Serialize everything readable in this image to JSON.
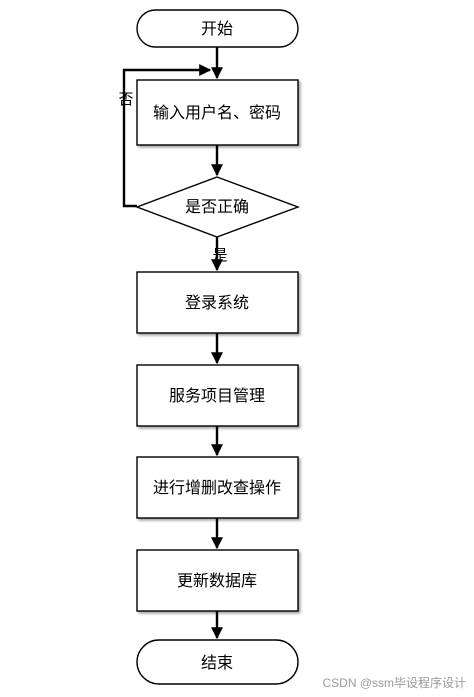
{
  "diagram": {
    "nodes": {
      "start": "开始",
      "input": "输入用户名、密码",
      "check": "是否正确",
      "login": "登录系统",
      "manage": "服务项目管理",
      "crud": "进行增删改查操作",
      "update": "更新数据库",
      "end": "结束"
    },
    "edge_labels": {
      "no": "否",
      "yes": "是"
    },
    "edges": [
      {
        "from": "start",
        "to": "input"
      },
      {
        "from": "input",
        "to": "check"
      },
      {
        "from": "check",
        "to": "input",
        "label": "no"
      },
      {
        "from": "check",
        "to": "login",
        "label": "yes"
      },
      {
        "from": "login",
        "to": "manage"
      },
      {
        "from": "manage",
        "to": "crud"
      },
      {
        "from": "crud",
        "to": "update"
      },
      {
        "from": "update",
        "to": "end"
      }
    ]
  },
  "watermark": "CSDN @ssm毕设程序设计"
}
